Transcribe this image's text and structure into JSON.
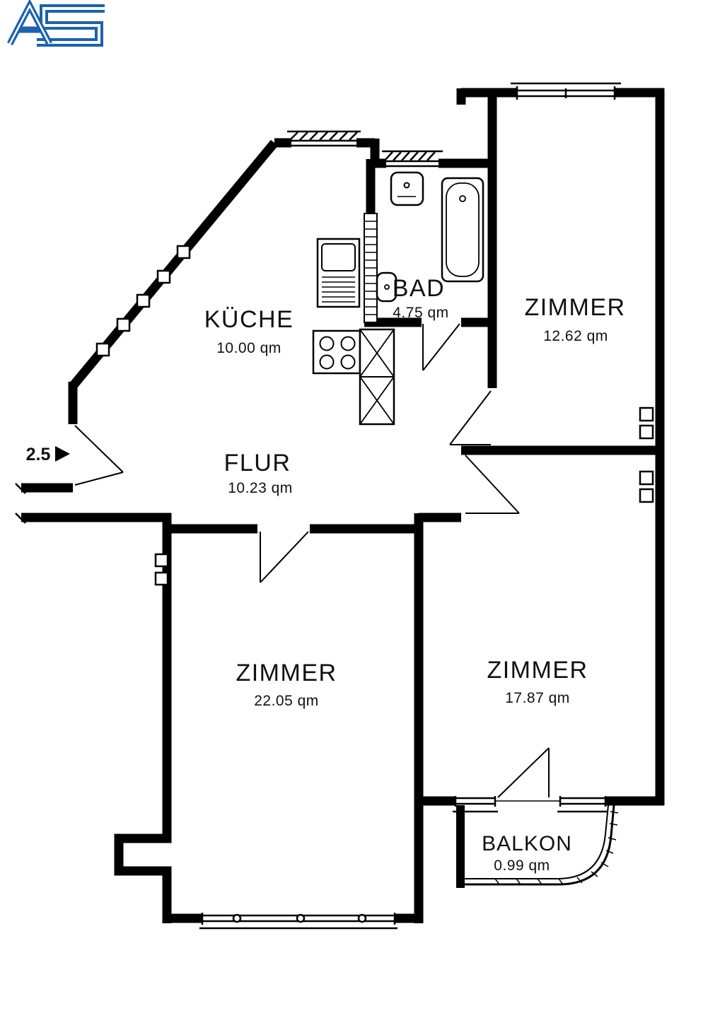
{
  "branding": {
    "logo_text": "AS",
    "logo_color": "#1b62ae"
  },
  "floor_plan": {
    "rooms": [
      {
        "id": "kueche",
        "name": "KÜCHE",
        "area": "10.00 qm"
      },
      {
        "id": "bad",
        "name": "BAD",
        "area": "4.75 qm"
      },
      {
        "id": "zimmer-top",
        "name": "ZIMMER",
        "area": "12.62 qm"
      },
      {
        "id": "flur",
        "name": "FLUR",
        "area": "10.23 qm"
      },
      {
        "id": "zimmer-left",
        "name": "ZIMMER",
        "area": "22.05 qm"
      },
      {
        "id": "zimmer-right",
        "name": "ZIMMER",
        "area": "17.87 qm"
      },
      {
        "id": "balkon",
        "name": "BALKON",
        "area": "0.99 qm"
      }
    ],
    "annotations": {
      "ceiling_height": "2.5"
    },
    "colors": {
      "walls": "#000000",
      "background": "#ffffff",
      "logo": "#1b62ae"
    }
  }
}
